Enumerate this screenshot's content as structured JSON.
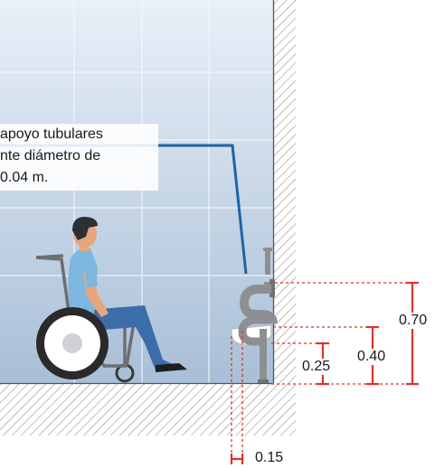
{
  "callout": {
    "line1": "apoyo tubulares",
    "line2": "nte diámetro de",
    "line3": "0.04 m."
  },
  "dimensions": {
    "total_height": "0.70",
    "mid_height": "0.40",
    "low_height": "0.25",
    "wall_offset": "0.15"
  },
  "colors": {
    "sky_light": "#e3ecf6",
    "sky_dark": "#aac0d8",
    "callout_line": "#1f63a8",
    "dim_red": "#e0312b",
    "bar_gray": "#8d8f93",
    "shirt": "#7db7df",
    "pants": "#3b6ea8"
  }
}
